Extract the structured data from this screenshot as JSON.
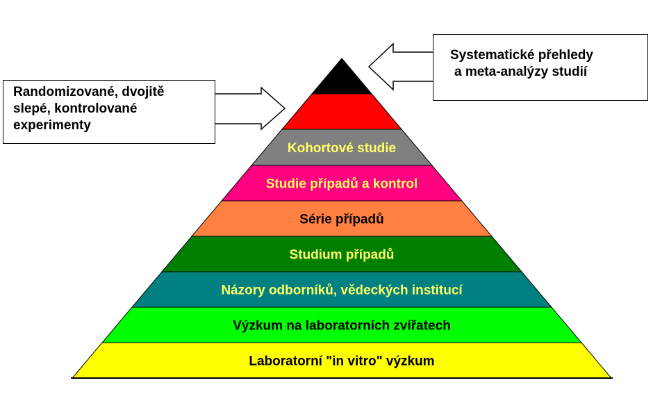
{
  "colors": {
    "outline": "#000000",
    "callout_fill": "#ffffff"
  },
  "pyramid": {
    "levels": [
      {
        "label": "",
        "fill": "#000000",
        "text_color": "#ffffff"
      },
      {
        "label": "",
        "fill": "#ff0000",
        "text_color": "#ffffff"
      },
      {
        "label": "Kohortové studie",
        "fill": "#808080",
        "text_color": "#ffff66"
      },
      {
        "label": "Studie případů a kontrol",
        "fill": "#ff0080",
        "text_color": "#ffff66"
      },
      {
        "label": "Série případů",
        "fill": "#ff8040",
        "text_color": "#000000"
      },
      {
        "label": "Studium případů",
        "fill": "#007f00",
        "text_color": "#ffff66"
      },
      {
        "label": "Názory odborníků, vědeckých institucí",
        "fill": "#008080",
        "text_color": "#ffff66"
      },
      {
        "label": "Výzkum na laboratorních zvířatech",
        "fill": "#00ff00",
        "text_color": "#000000"
      },
      {
        "label": "Laboratorní \"in vitro\" výzkum",
        "fill": "#ffff00",
        "text_color": "#000000"
      }
    ]
  },
  "callouts": {
    "left": {
      "lines": [
        "Randomizované, dvojitě",
        "slepé, kontrolované",
        "experimenty"
      ]
    },
    "right": {
      "lines": [
        "Systematické přehledy",
        "a meta-analýzy studií"
      ]
    }
  }
}
